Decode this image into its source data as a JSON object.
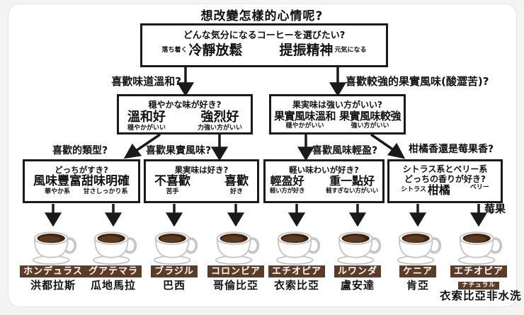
{
  "title": "想改變怎樣的心情呢?",
  "root": {
    "question_jp": "どんな気分になるコーヒーを選びたい?",
    "options": [
      {
        "sub": "落ち着く",
        "main": "冷靜放鬆"
      },
      {
        "main": "提振精神",
        "sub": "元気になる"
      }
    ]
  },
  "level2": [
    {
      "heading": "喜歡味道溫和?",
      "question_jp": "穏やかな味が好き?",
      "options": [
        {
          "main": "溫和好",
          "sub": "穏やかがいい"
        },
        {
          "main": "強烈好",
          "sub": "力強い方がいい"
        }
      ]
    },
    {
      "heading": "喜歡較強的果實風味(酸澀苦)?",
      "question_jp": "果実味は強い方がいい?",
      "options": [
        {
          "main": "果實風味溫和",
          "sub": "穏やかがいい"
        },
        {
          "main": "果實風味較強",
          "sub": "強い方がいい"
        }
      ]
    }
  ],
  "level3": [
    {
      "heading": "喜歡的類型?",
      "question_jp": "どっちがすき?",
      "options": [
        {
          "main": "風味豐富",
          "sub": "華やか系"
        },
        {
          "main": "甜味明確",
          "sub": "甘さしっかり系"
        }
      ]
    },
    {
      "heading": "喜歡果實風味?",
      "question_jp": "果実味は好き?",
      "options": [
        {
          "main": "不喜歡",
          "sub": "苦手"
        },
        {
          "main": "喜歡",
          "sub": "好き"
        }
      ]
    },
    {
      "heading": "喜歡風味輕盈?",
      "question_jp": "軽い味わいが好き?",
      "options": [
        {
          "main": "輕盈好",
          "sub": "軽い方が好き"
        },
        {
          "main": "重一點好",
          "sub": "軽すぎない方がいい"
        }
      ]
    },
    {
      "heading": "柑橘香還是莓果香?",
      "question_jp_line1": "シトラス系とベリー系",
      "question_jp_line2": "どっちの香りが好き?",
      "options": [
        {
          "sub": "シトラス",
          "main": "柑橘"
        },
        {
          "sub": "ベリー",
          "main": ""
        }
      ],
      "extra_label": "莓果"
    }
  ],
  "coffees": [
    {
      "jp": "ホンデュラス",
      "zh": "洪都拉斯"
    },
    {
      "jp": "グアテマラ",
      "zh": "瓜地馬拉"
    },
    {
      "jp": "ブラジル",
      "zh": "巴西"
    },
    {
      "jp": "コロンビア",
      "zh": "哥倫比亞"
    },
    {
      "jp": "エチオピア",
      "zh": "衣索比亞"
    },
    {
      "jp": "ルワンダ",
      "zh": "盧安達"
    },
    {
      "jp": "ケニア",
      "zh": "肯亞"
    },
    {
      "jp": "エチオピア",
      "tag2": "ナチュラル",
      "zh": "衣索比亞非水洗"
    }
  ],
  "colors": {
    "tag_brown": "#5d3b26",
    "coffee_dark": "#3f240f",
    "coffee_mid": "#5d3a1d",
    "line_black": "#1a1a1a",
    "cup_outline": "#c6c6c6"
  }
}
